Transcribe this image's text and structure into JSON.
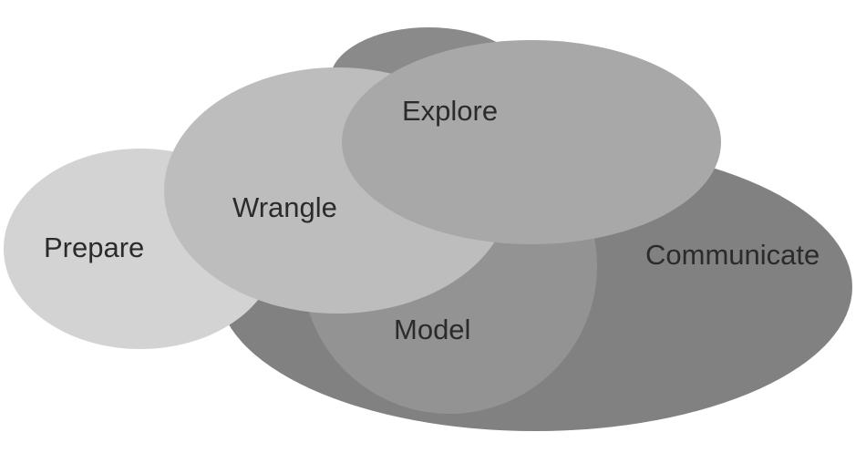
{
  "diagram": {
    "regions": [
      {
        "id": "communicate",
        "label": "Communicate",
        "color": "#818181"
      },
      {
        "id": "explore-back",
        "label": "",
        "color": "#8a8a8a"
      },
      {
        "id": "model",
        "label": "Model",
        "color": "#939393"
      },
      {
        "id": "prepare",
        "label": "Prepare",
        "color": "#d3d3d3"
      },
      {
        "id": "wrangle",
        "label": "Wrangle",
        "color": "#bdbdbd"
      },
      {
        "id": "explore",
        "label": "Explore",
        "color": "#a8a8a8"
      }
    ]
  }
}
